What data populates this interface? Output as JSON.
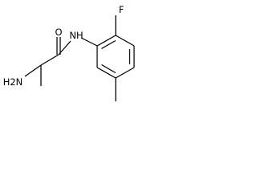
{
  "molecule": {
    "atoms": {
      "oxygen": "O",
      "amide_nh": "NH",
      "fluorine": "F",
      "amine": "H2N"
    },
    "colors": {
      "line": "#000000",
      "background": "#ffffff"
    }
  }
}
